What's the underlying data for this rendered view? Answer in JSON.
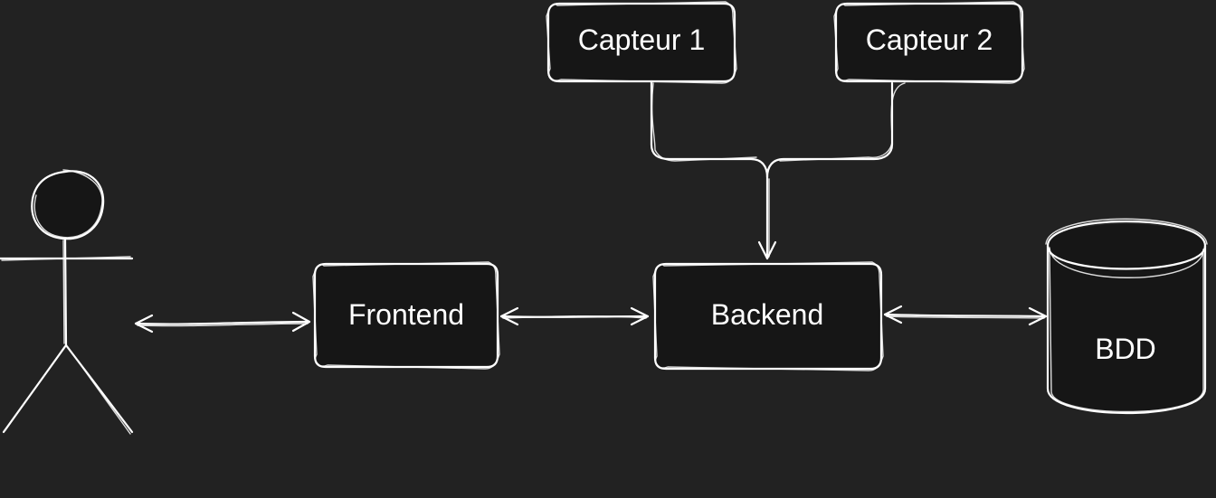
{
  "nodes": {
    "capteur1": "Capteur 1",
    "capteur2": "Capteur 2",
    "frontend": "Frontend",
    "backend": "Backend",
    "bdd": "BDD"
  },
  "colors": {
    "background": "#222222",
    "stroke": "#ffffff",
    "node_fill": "#161616"
  }
}
